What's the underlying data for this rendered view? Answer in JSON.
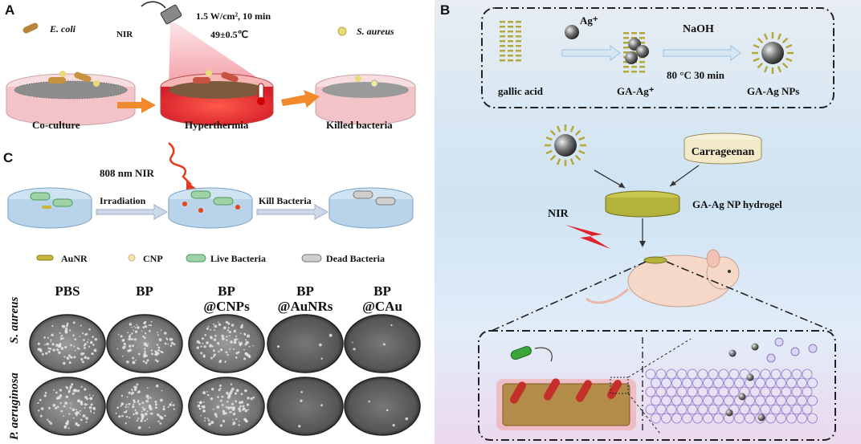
{
  "panel_a": {
    "letter": "A",
    "ecoli": "E. coli",
    "saureus": "S. aureus",
    "nir": "NIR",
    "power": "1.5 W/cm², 10 min",
    "temp": "49±0.5℃",
    "steps": [
      "Co-culture",
      "Hyperthermia",
      "Killed bacteria"
    ]
  },
  "panel_b": {
    "letter": "B",
    "ag_ion": "Ag⁺",
    "naoh": "NaOH",
    "conditions": "80 °C 30 min",
    "gallic_acid": "gallic acid",
    "ga_ag_ion": "GA-Ag⁺",
    "ga_ag_nps": "GA-Ag NPs",
    "carrageenan": "Carrageenan",
    "hydrogel": "GA-Ag NP hydrogel",
    "nir": "NIR"
  },
  "panel_c": {
    "letter": "C",
    "nir": "808 nm NIR",
    "irradiation": "Irradiation",
    "kill": "Kill Bacteria",
    "legend": [
      "AuNR",
      "CNP",
      "Live Bacteria",
      "Dead Bacteria"
    ],
    "columns": [
      {
        "line1": "PBS",
        "line2": ""
      },
      {
        "line1": "BP",
        "line2": ""
      },
      {
        "line1": "BP",
        "line2": "@CNPs"
      },
      {
        "line1": "BP",
        "line2": "@AuNRs"
      },
      {
        "line1": "BP",
        "line2": "@CAu"
      }
    ],
    "row_label_species": "P. aeruginosa",
    "row_label_species2": "S. aureus",
    "row_density": [
      [
        "high",
        "high",
        "high",
        "low",
        "low"
      ],
      [
        "high",
        "high",
        "high",
        "low",
        "low"
      ]
    ]
  },
  "colors": {
    "orange_arrow": "#f08a2c",
    "blue_arrow": "#9cc4e4",
    "hydrogel": "#b4b23a",
    "red_glow": "#e8363a",
    "dish_pink": "#f2c3c9"
  }
}
